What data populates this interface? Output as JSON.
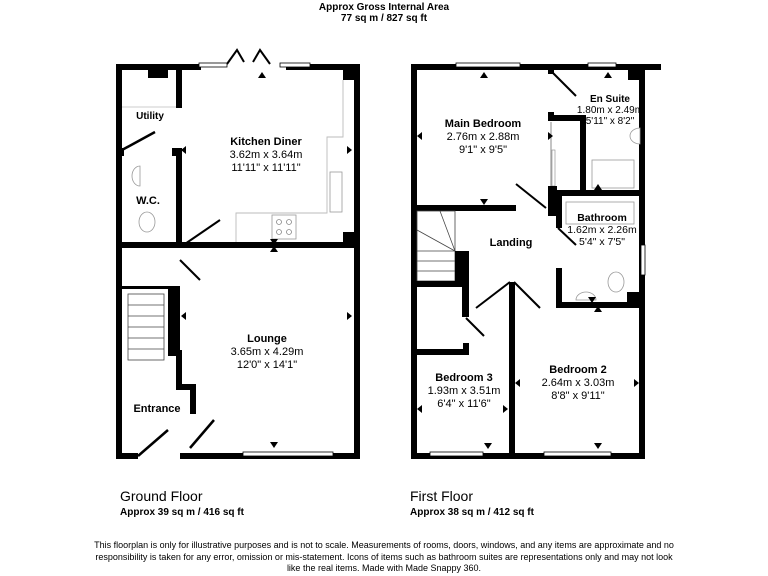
{
  "header": {
    "title_line1": "Approx Gross Internal Area",
    "title_line2": "77 sq m / 827 sq ft"
  },
  "ground_floor": {
    "name": "Ground Floor",
    "area": "Approx 39 sq m / 416 sq ft",
    "rooms": {
      "kitchen_diner": {
        "name": "Kitchen Diner",
        "metric": "3.62m x 3.64m",
        "imperial": "11'11\" x 11'11\""
      },
      "lounge": {
        "name": "Lounge",
        "metric": "3.65m x 4.29m",
        "imperial": "12'0\" x 14'1\""
      },
      "utility": {
        "name": "Utility"
      },
      "wc": {
        "name": "W.C."
      },
      "entrance": {
        "name": "Entrance"
      }
    }
  },
  "first_floor": {
    "name": "First Floor",
    "area": "Approx 38 sq m / 412 sq ft",
    "rooms": {
      "main_bedroom": {
        "name": "Main Bedroom",
        "metric": "2.76m x 2.88m",
        "imperial": "9'1\" x 9'5\""
      },
      "en_suite": {
        "name": "En Suite",
        "metric": "1.80m x 2.49m",
        "imperial": "5'11\" x 8'2\""
      },
      "bathroom": {
        "name": "Bathroom",
        "metric": "1.62m x 2.26m",
        "imperial": "5'4\" x 7'5\""
      },
      "landing": {
        "name": "Landing"
      },
      "bedroom_3": {
        "name": "Bedroom 3",
        "metric": "1.93m x 3.51m",
        "imperial": "6'4\" x 11'6\""
      },
      "bedroom_2": {
        "name": "Bedroom 2",
        "metric": "2.64m x 3.03m",
        "imperial": "8'8\" x 9'11\""
      }
    }
  },
  "footer": {
    "disclaimer": "This floorplan is only for illustrative purposes and is not to scale. Measurements of rooms, doors, windows, and any items are approximate and no responsibility is taken for any error, omission or mis-statement. Icons of items such as bathroom suites are representations only and may not look like the real items. Made with Made Snappy 360."
  },
  "colors": {
    "wall": "#000000",
    "fixture": "#bbbbbb",
    "background": "#ffffff"
  }
}
